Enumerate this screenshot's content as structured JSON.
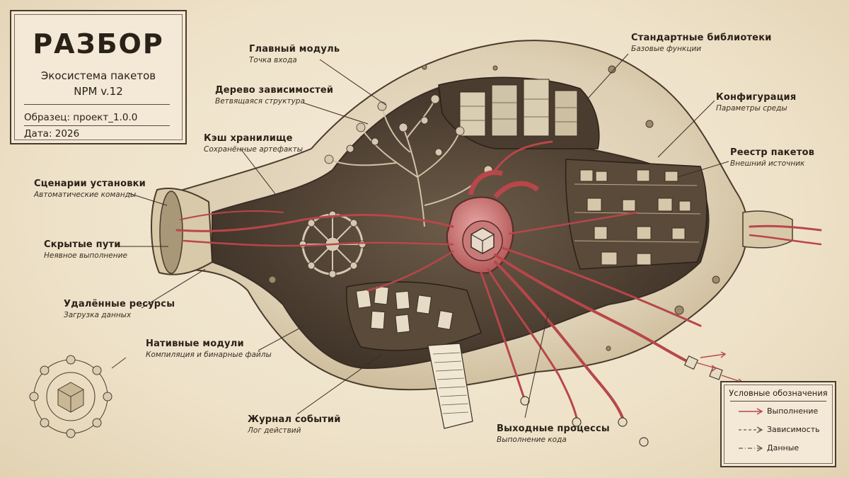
{
  "title_card": {
    "title": "РАЗБОР",
    "subtitle_line1": "Экосистема пакетов",
    "subtitle_line2": "NPM v.12",
    "sample": "Образец: проект_1.0.0",
    "date": "Дата:  2026"
  },
  "labels": {
    "main_module": {
      "title": "Главный модуль",
      "sub": "Точка входа"
    },
    "dependency_tree": {
      "title": "Дерево зависимостей",
      "sub": "Ветвящаяся структура"
    },
    "cache_storage": {
      "title": "Кэш хранилище",
      "sub": "Сохранённые артефакты"
    },
    "install_scripts": {
      "title": "Сценарии установки",
      "sub": "Автоматические команды"
    },
    "hidden_paths": {
      "title": "Скрытые пути",
      "sub": "Неявное выполнение"
    },
    "remote_resources": {
      "title": "Удалённые ресурсы",
      "sub": "Загрузка данных"
    },
    "native_modules": {
      "title": "Нативные модули",
      "sub": "Компиляция и бинарные файлы"
    },
    "event_log": {
      "title": "Журнал событий",
      "sub": "Лог действий"
    },
    "output_processes": {
      "title": "Выходные процессы",
      "sub": "Выполнение кода"
    },
    "standard_libraries": {
      "title": "Стандартные библиотеки",
      "sub": "Базовые функции"
    },
    "configuration": {
      "title": "Конфигурация",
      "sub": "Параметры среды"
    },
    "package_registry": {
      "title": "Реестр пакетов",
      "sub": "Внешний источник"
    }
  },
  "legend": {
    "title": "Условные обозначения",
    "items": [
      {
        "label": "Выполнение",
        "color": "#b8464a",
        "style": "solid"
      },
      {
        "label": "Зависимость",
        "color": "#6b5a48",
        "style": "dashed"
      },
      {
        "label": "Данные",
        "color": "#6b5a48",
        "style": "dashdot"
      }
    ]
  },
  "colors": {
    "ink": "#2a2118",
    "paper": "#efe4cf",
    "vessel_red": "#b8464a",
    "shell": "#e6d9c0"
  }
}
